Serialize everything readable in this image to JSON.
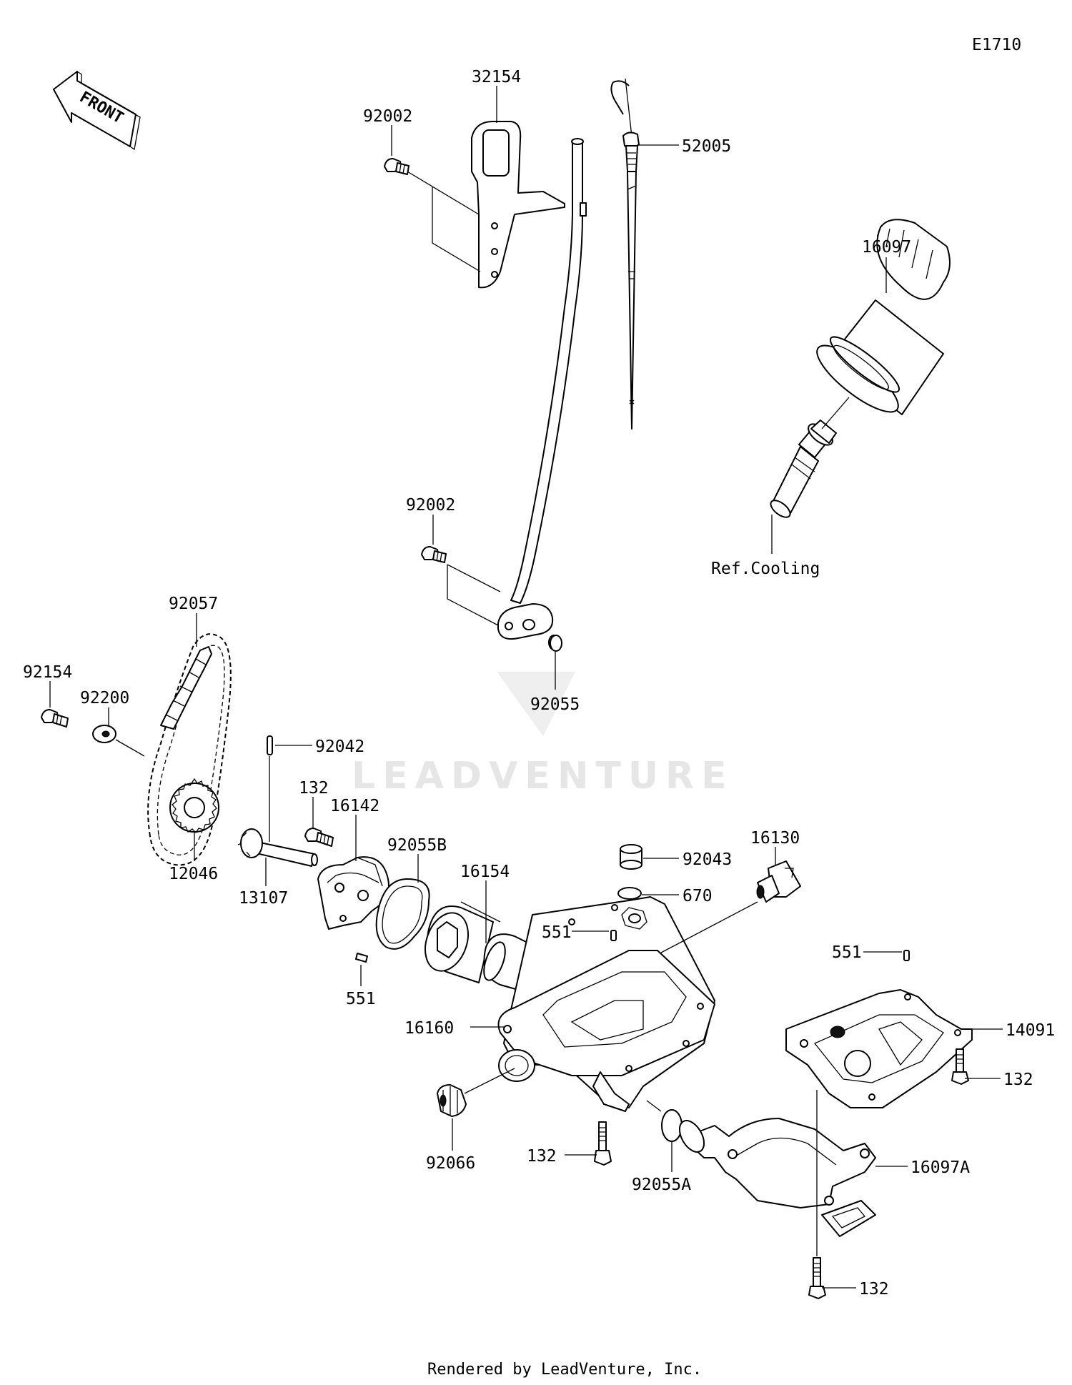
{
  "diagram_id": "E1710",
  "front_arrow_text": "FRONT",
  "watermark": "LEADVENTURE",
  "footer": "Rendered by LeadVenture, Inc.",
  "callouts": {
    "p32154": "32154",
    "p92002_top": "92002",
    "p52005": "52005",
    "p16097": "16097",
    "ref_cooling": "Ref.Cooling",
    "p92002_mid": "92002",
    "p92055": "92055",
    "p92057": "92057",
    "p92154": "92154",
    "p92200": "92200",
    "p92042": "92042",
    "p132_pump": "132",
    "p16142": "16142",
    "p92055B": "92055B",
    "p16154": "16154",
    "p16130": "16130",
    "p92043": "92043",
    "p670": "670",
    "p551_left": "551",
    "p551_center": "551",
    "p551_right": "551",
    "p12046": "12046",
    "p13107": "13107",
    "p16160": "16160",
    "p14091": "14091",
    "p132_right": "132",
    "p92066": "92066",
    "p132_bottom": "132",
    "p92055A": "92055A",
    "p16097A": "16097A",
    "p132_lowest": "132"
  }
}
